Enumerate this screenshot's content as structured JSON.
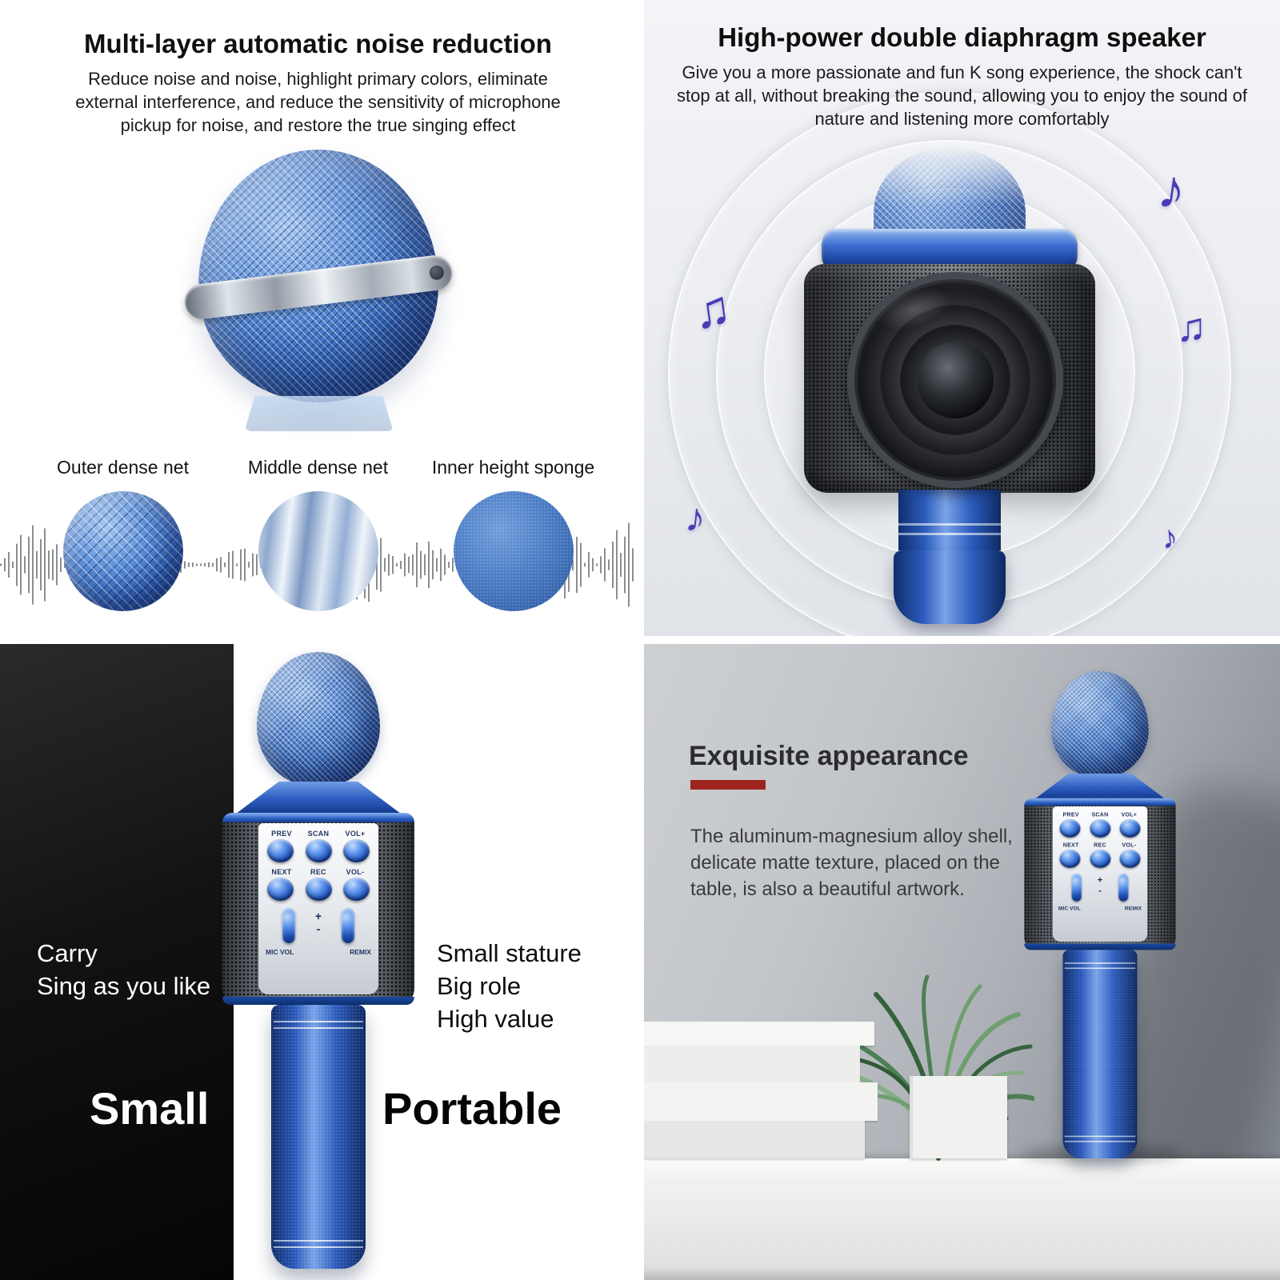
{
  "noise_panel": {
    "title": "Multi-layer automatic noise reduction",
    "description": "Reduce noise and noise, highlight primary colors, eliminate external interference, and reduce the sensitivity of microphone pickup for noise, and restore the true singing effect",
    "labels": {
      "outer": "Outer dense net",
      "middle": "Middle dense net",
      "inner": "Inner height sponge"
    }
  },
  "speaker_panel": {
    "title": "High-power double diaphragm speaker",
    "description": "Give you a more passionate and fun K song experience, the shock can't stop at all, without breaking the sound, allowing you to enjoy the sound of nature and listening more comfortably",
    "notes": [
      "♫",
      "♪",
      "♪",
      "♫",
      "♪"
    ]
  },
  "portable_panel": {
    "carry": [
      "Carry",
      "Sing as you like"
    ],
    "benefits": [
      "Small stature",
      "Big role",
      "High value"
    ],
    "big_left": "Small",
    "big_right": "Portable"
  },
  "appearance_panel": {
    "title": "Exquisite appearance",
    "description": "The aluminum-magnesium alloy shell, delicate matte texture, placed on the table, is also a beautiful artwork."
  },
  "mic_controls": {
    "prev": "PREV",
    "scan": "SCAN",
    "vol_up": "VOL+",
    "next": "NEXT",
    "rec": "REC",
    "vol_down": "VOL-",
    "mic_vol": "MIC VOL",
    "remix": "REMIX",
    "plus": "+",
    "minus": "-"
  },
  "colors": {
    "mic_blue": "#2d5cc0",
    "accent_red": "#9e2420",
    "note_purple": "#4a39b8"
  }
}
